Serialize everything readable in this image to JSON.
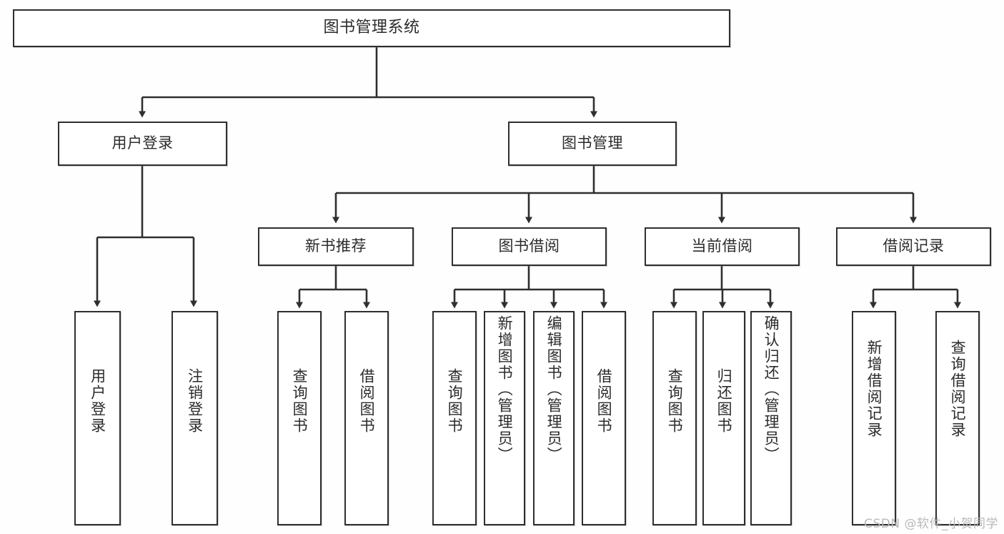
{
  "diagram": {
    "title": "图书管理系统",
    "watermark": "CSDN @软件_小贺同学",
    "colors": {
      "background": "#fefefe",
      "box_fill": "#ffffff",
      "box_border": "#2f2f2f",
      "connector": "#2f2f2f",
      "text": "#2b2b2b",
      "watermark": "#b9b9b9"
    },
    "levels": {
      "root": "图书管理系统",
      "level2": [
        "用户登录",
        "图书管理"
      ],
      "level3": [
        "新书推荐",
        "图书借阅",
        "当前借阅",
        "借阅记录"
      ],
      "level4": [
        "用户登录",
        "注销登录",
        "查询图书",
        "借阅图书",
        "查询图书",
        "新增图书（管理员）",
        "编辑图书（管理员）",
        "借阅图书",
        "查询图书",
        "归还图书",
        "确认归还（管理员）",
        "新增借阅记录",
        "查询借阅记录"
      ]
    },
    "nodes": {
      "root": {
        "label": "图书管理系统"
      },
      "user_login": {
        "label": "用户登录"
      },
      "book_manage": {
        "label": "图书管理"
      },
      "new_book_rec": {
        "label": "新书推荐"
      },
      "book_borrow": {
        "label": "图书借阅"
      },
      "current_borrow": {
        "label": "当前借阅"
      },
      "borrow_record": {
        "label": "借阅记录"
      },
      "leaf_user_login": {
        "label": "用户登录"
      },
      "leaf_logout": {
        "label": "注销登录"
      },
      "leaf_query_book_1": {
        "label": "查询图书"
      },
      "leaf_borrow_book_1": {
        "label": "借阅图书"
      },
      "leaf_query_book_2": {
        "label": "查询图书"
      },
      "leaf_add_book": {
        "label": "新增图书（管理员）"
      },
      "leaf_edit_book": {
        "label": "编辑图书（管理员）"
      },
      "leaf_borrow_book_2": {
        "label": "借阅图书"
      },
      "leaf_query_book_3": {
        "label": "查询图书"
      },
      "leaf_return_book": {
        "label": "归还图书"
      },
      "leaf_confirm_return": {
        "label": "确认归还（管理员）"
      },
      "leaf_add_record": {
        "label": "新增借阅记录"
      },
      "leaf_query_record": {
        "label": "查询借阅记录"
      }
    },
    "edges": [
      {
        "from": "root",
        "to": "user_login"
      },
      {
        "from": "root",
        "to": "book_manage"
      },
      {
        "from": "user_login",
        "to": "leaf_user_login"
      },
      {
        "from": "user_login",
        "to": "leaf_logout"
      },
      {
        "from": "book_manage",
        "to": "new_book_rec"
      },
      {
        "from": "book_manage",
        "to": "book_borrow"
      },
      {
        "from": "book_manage",
        "to": "current_borrow"
      },
      {
        "from": "book_manage",
        "to": "borrow_record"
      },
      {
        "from": "new_book_rec",
        "to": "leaf_query_book_1"
      },
      {
        "from": "new_book_rec",
        "to": "leaf_borrow_book_1"
      },
      {
        "from": "book_borrow",
        "to": "leaf_query_book_2"
      },
      {
        "from": "book_borrow",
        "to": "leaf_add_book"
      },
      {
        "from": "book_borrow",
        "to": "leaf_edit_book"
      },
      {
        "from": "book_borrow",
        "to": "leaf_borrow_book_2"
      },
      {
        "from": "current_borrow",
        "to": "leaf_query_book_3"
      },
      {
        "from": "current_borrow",
        "to": "leaf_return_book"
      },
      {
        "from": "current_borrow",
        "to": "leaf_confirm_return"
      },
      {
        "from": "borrow_record",
        "to": "leaf_add_record"
      },
      {
        "from": "borrow_record",
        "to": "leaf_query_record"
      }
    ]
  }
}
